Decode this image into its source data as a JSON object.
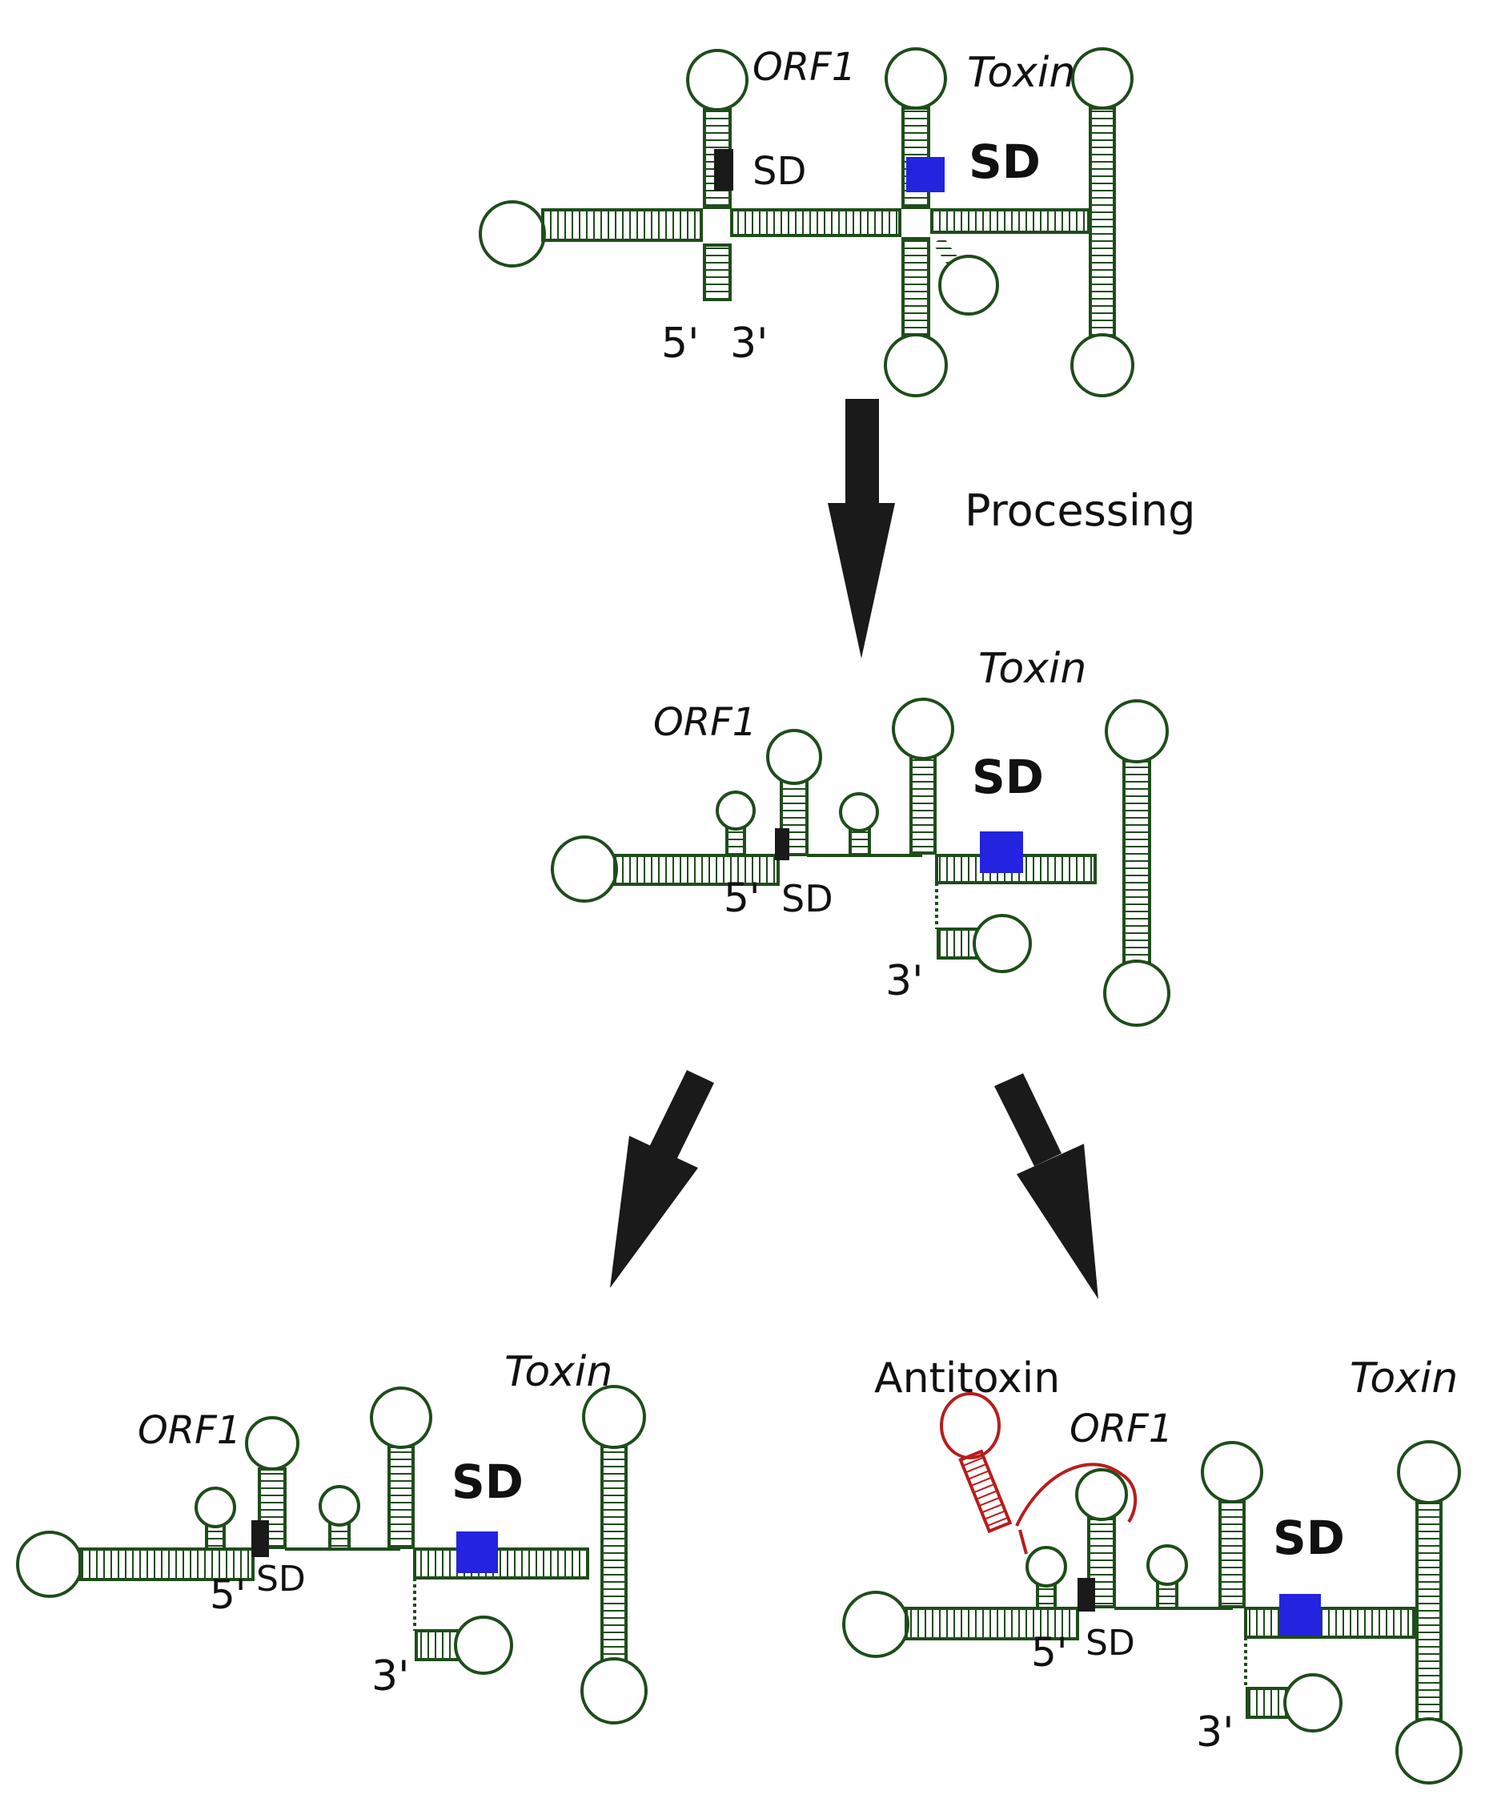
{
  "labels": {
    "orf1": "ORF1",
    "toxin": "Toxin",
    "sd": "SD",
    "five_prime": "5'",
    "three_prime": "3'",
    "processing": "Processing",
    "antitoxin": "Antitoxin"
  },
  "colors": {
    "rna": "#1e4d1a",
    "toxin_sd": "#2323e0",
    "orf1_sd": "#1a1a1a",
    "antitoxin": "#b81c1c",
    "arrow": "#1a1a1a"
  }
}
